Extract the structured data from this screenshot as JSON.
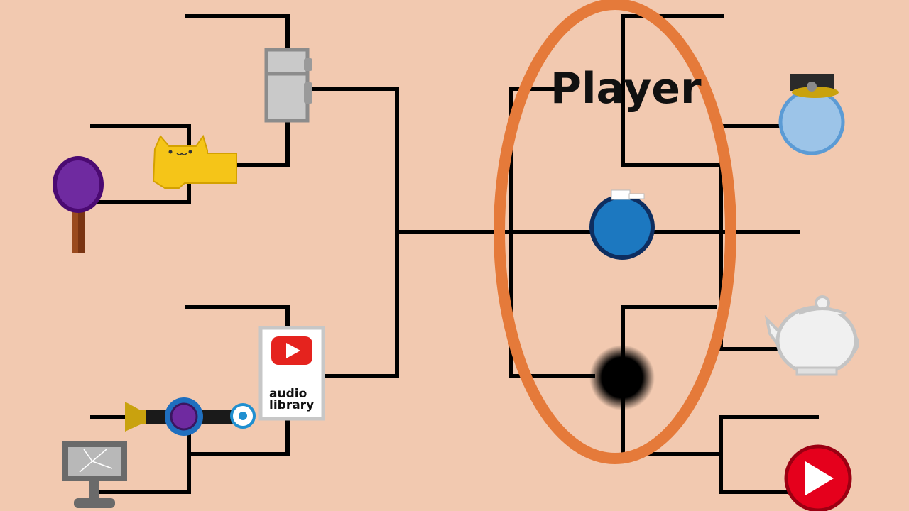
{
  "highlight_label": "Player",
  "audio_library": {
    "line1": "audio",
    "line2": "library"
  },
  "colors": {
    "background": "#f2c9b0",
    "bracket": "#000000",
    "highlight_ring": "#e57a3a"
  },
  "contestants_left": [
    {
      "name": "fridge-icon"
    },
    {
      "name": "yellow-cat-icon"
    },
    {
      "name": "purple-lollipop-icon"
    },
    {
      "name": "audio-library-icon"
    },
    {
      "name": "bugle-player-icon"
    },
    {
      "name": "broken-monitor-icon"
    }
  ],
  "contestants_right": [
    {
      "name": "blue-flask-icon"
    },
    {
      "name": "blue-ball-icon"
    },
    {
      "name": "teapot-icon"
    },
    {
      "name": "black-hole-icon"
    },
    {
      "name": "red-play-button-icon"
    }
  ]
}
